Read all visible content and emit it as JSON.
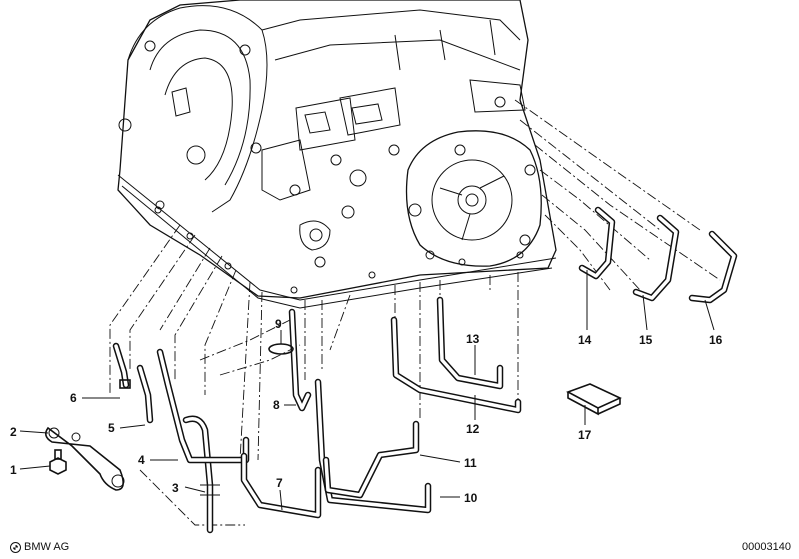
{
  "callouts": [
    {
      "id": "1",
      "label": "1"
    },
    {
      "id": "2",
      "label": "2"
    },
    {
      "id": "3",
      "label": "3"
    },
    {
      "id": "4",
      "label": "4"
    },
    {
      "id": "5",
      "label": "5"
    },
    {
      "id": "6",
      "label": "6"
    },
    {
      "id": "7",
      "label": "7"
    },
    {
      "id": "8",
      "label": "8"
    },
    {
      "id": "9",
      "label": "9"
    },
    {
      "id": "10",
      "label": "10"
    },
    {
      "id": "11",
      "label": "11"
    },
    {
      "id": "12",
      "label": "12"
    },
    {
      "id": "13",
      "label": "13"
    },
    {
      "id": "14",
      "label": "14"
    },
    {
      "id": "15",
      "label": "15"
    },
    {
      "id": "16",
      "label": "16"
    },
    {
      "id": "17",
      "label": "17"
    }
  ],
  "footer": {
    "brand": "BMW AG",
    "code": "00003140"
  }
}
